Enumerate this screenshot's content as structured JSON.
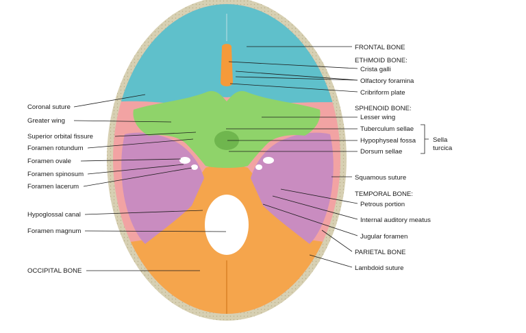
{
  "colors": {
    "frontal": "#5fc0cb",
    "parietal": "#f2a3a3",
    "sphenoid": "#8fd36a",
    "temporal": "#c98cc0",
    "occipital": "#f5a54c",
    "ethmoid": "#f59a3a",
    "skull_rim": "#d7d0b3",
    "leader": "#1a1a1a"
  },
  "labels": {
    "left": {
      "coronal_suture": "Coronal suture",
      "greater_wing": "Greater wing",
      "superior_orbital_fissure": "Superior orbital fissure",
      "foramen_rotundum": "Foramen rotundum",
      "foramen_ovale": "Foramen ovale",
      "foramen_spinosum": "Foramen spinosum",
      "foramen_lacerum": "Foramen lacerum",
      "hypoglossal_canal": "Hypoglossal canal",
      "foramen_magnum": "Foramen magnum",
      "occipital_bone": "OCCIPITAL BONE"
    },
    "right": {
      "frontal_bone": "FRONTAL BONE",
      "ethmoid_bone": "ETHMOID BONE:",
      "crista_galli": "Crista galli",
      "olfactory_foramina": "Olfactory foramina",
      "cribriform_plate": "Cribriform plate",
      "sphenoid_bone": "SPHENOID BONE:",
      "lesser_wing": "Lesser wing",
      "tuberculum_sellae": "Tuberculum sellae",
      "hypophyseal_fossa": "Hypophyseal fossa",
      "dorsum_sellae": "Dorsum sellae",
      "sella_turcica_line1": "Sella",
      "sella_turcica_line2": "turcica",
      "squamous_suture": "Squamous suture",
      "temporal_bone": "TEMPORAL BONE:",
      "petrous_portion": "Petrous portion",
      "internal_auditory_meatus": "Internal auditory meatus",
      "jugular_foramen": "Jugular foramen",
      "parietal_bone": "PARIETAL BONE",
      "lambdoid_suture": "Lambdoid suture"
    }
  }
}
